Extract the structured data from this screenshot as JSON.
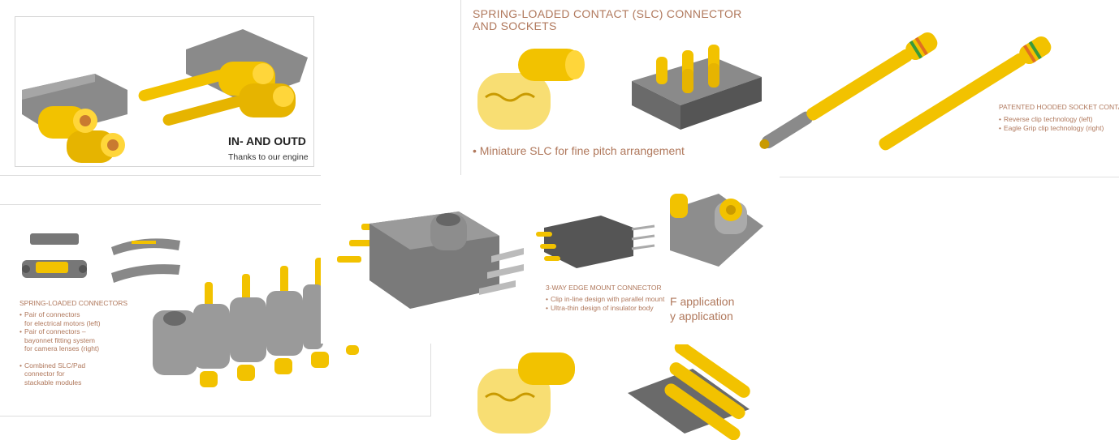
{
  "panel_top_left": {
    "heading": "IN- AND OUTD",
    "body": "Thanks to our engine"
  },
  "panel_top_center": {
    "title_line1": "SPRING-LOADED CONTACT (SLC) CONNECTOR",
    "title_line2": "AND SOCKETS",
    "caption": "• Miniature SLC for fine pitch arrangement"
  },
  "panel_top_right": {
    "heading": "PATENTED HOODED SOCKET CONTACT",
    "bullets": [
      "Reverse clip technology (left)",
      "Eagle Grip clip technology (right)"
    ]
  },
  "panel_bottom_left": {
    "heading": "SPRING-LOADED CONNECTORS",
    "bullets": [
      "Pair of connectors\nfor electrical motors (left)",
      "Pair of connectors –\nbayonnet fitting system\nfor camera lenses (right)",
      "Combined SLC/Pad\nconnector for\nstackable modules"
    ]
  },
  "panel_center": {
    "heading": "3-WAY EDGE MOUNT CONNECTOR",
    "bullets": [
      "Clip in-line design with parallel mount",
      "Ultra-thin design of insulator body"
    ]
  },
  "panel_right_mid": {
    "line1": "F application",
    "line2": "y application"
  },
  "colors": {
    "gold": "#f2c200",
    "gold_dark": "#c99a00",
    "grey": "#8a8a8a",
    "grey_dark": "#5f5f5f",
    "accent_brown": "#b0785c",
    "stripe_green": "#3a9a3a",
    "stripe_orange": "#e07020"
  }
}
